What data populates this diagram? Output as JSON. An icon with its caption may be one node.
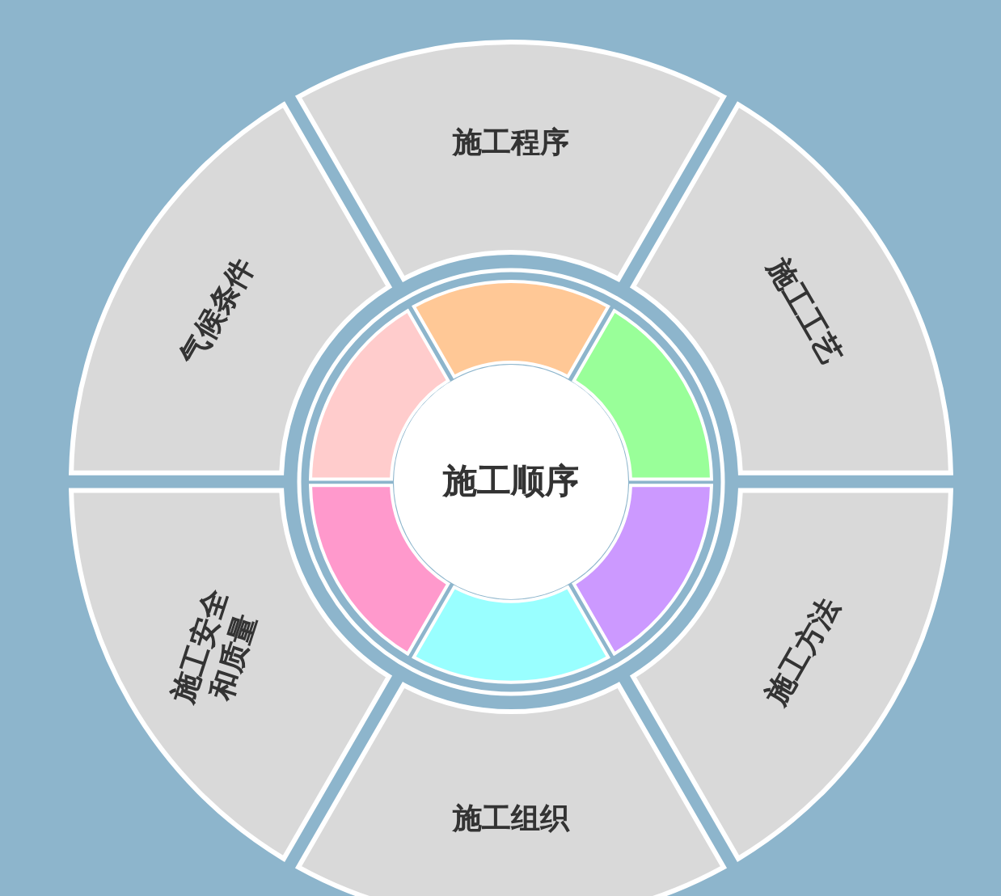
{
  "diagram": {
    "nodes": [
      {
        "text": [
          "施工程序"
        ]
      },
      {
        "text": [
          "施工工艺"
        ]
      },
      {
        "text": [
          "施工方法"
        ]
      },
      {
        "text": [
          "施工组织"
        ]
      },
      {
        "text": [
          "施工安全和质量"
        ]
      },
      {
        "text": [
          "气候条件"
        ]
      },
      {
        "text": [
          "施工顺序"
        ]
      },
      {
        "text": [],
        "shape": "sector"
      },
      {
        "text": [],
        "shape": "sector"
      },
      {
        "text": [],
        "shape": "sector"
      },
      {
        "text": [],
        "shape": "sector"
      },
      {
        "text": [],
        "shape": "sector"
      },
      {
        "text": [],
        "shape": "sector"
      }
    ]
  }
}
